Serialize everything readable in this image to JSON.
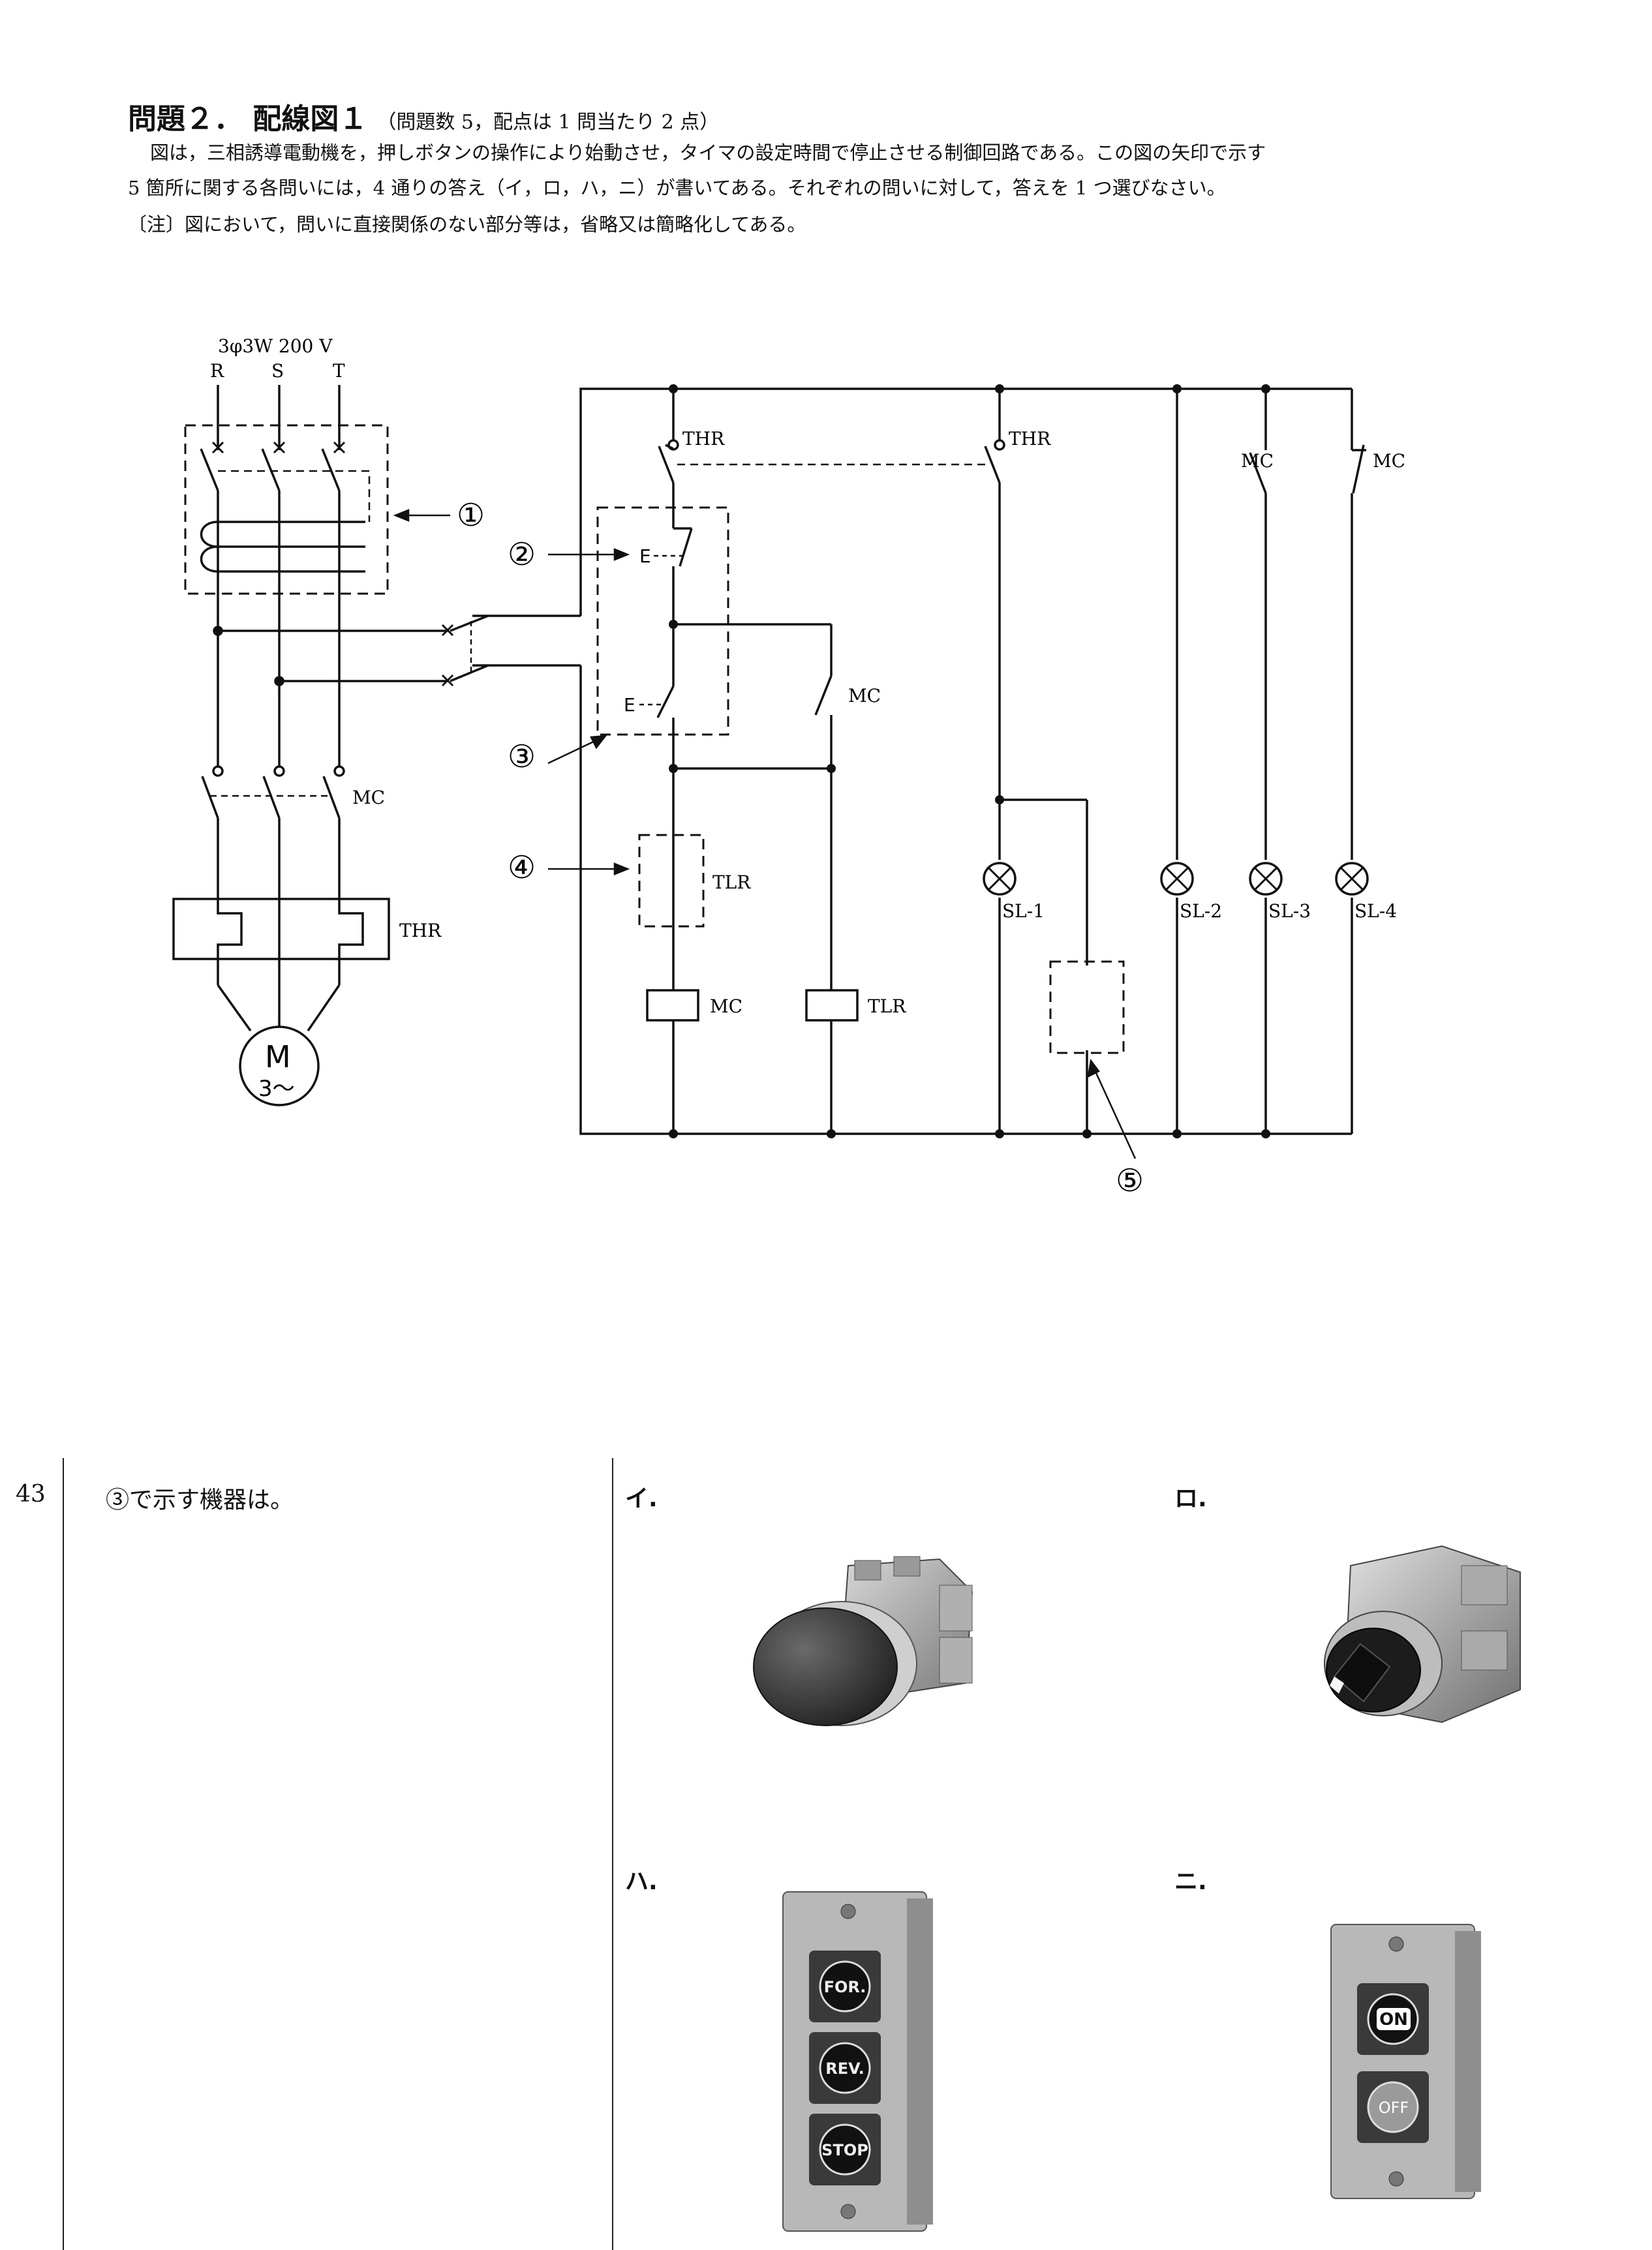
{
  "header": {
    "title": "問題２． 配線図１",
    "subtitle": "（問題数 5，配点は 1 問当たり 2 点）",
    "intro_line1": "図は，三相誘導電動機を，押しボタンの操作により始動させ，タイマの設定時間で停止させる制御回路である。この図の矢印で示す",
    "intro_line2": "5 箇所に関する各問いには，4 通りの答え（イ，ロ，ハ，ニ）が書いてある。それぞれの問いに対して，答えを 1 つ選びなさい。",
    "note": "〔注〕図において，問いに直接関係のない部分等は，省略又は簡略化してある。"
  },
  "diagram": {
    "supply": "3φ3W 200 V",
    "phases": [
      "R",
      "S",
      "T"
    ],
    "markers": [
      "①",
      "②",
      "③",
      "④",
      "⑤"
    ],
    "labels": {
      "thr": "THR",
      "mc": "MC",
      "tlr": "TLR",
      "e": "E",
      "motor_m": "M",
      "motor_3": "3〜",
      "sl1": "SL-1",
      "sl2": "SL-2",
      "sl3": "SL-3",
      "sl4": "SL-4"
    }
  },
  "question": {
    "number": "43",
    "text": "③で示す機器は。",
    "options": {
      "i": "イ.",
      "ro": "ロ.",
      "ha": "ハ.",
      "ni": "ニ."
    },
    "ha_buttons": [
      "FOR.",
      "REV.",
      "STOP"
    ],
    "ni_buttons": [
      "ON",
      "OFF"
    ]
  }
}
